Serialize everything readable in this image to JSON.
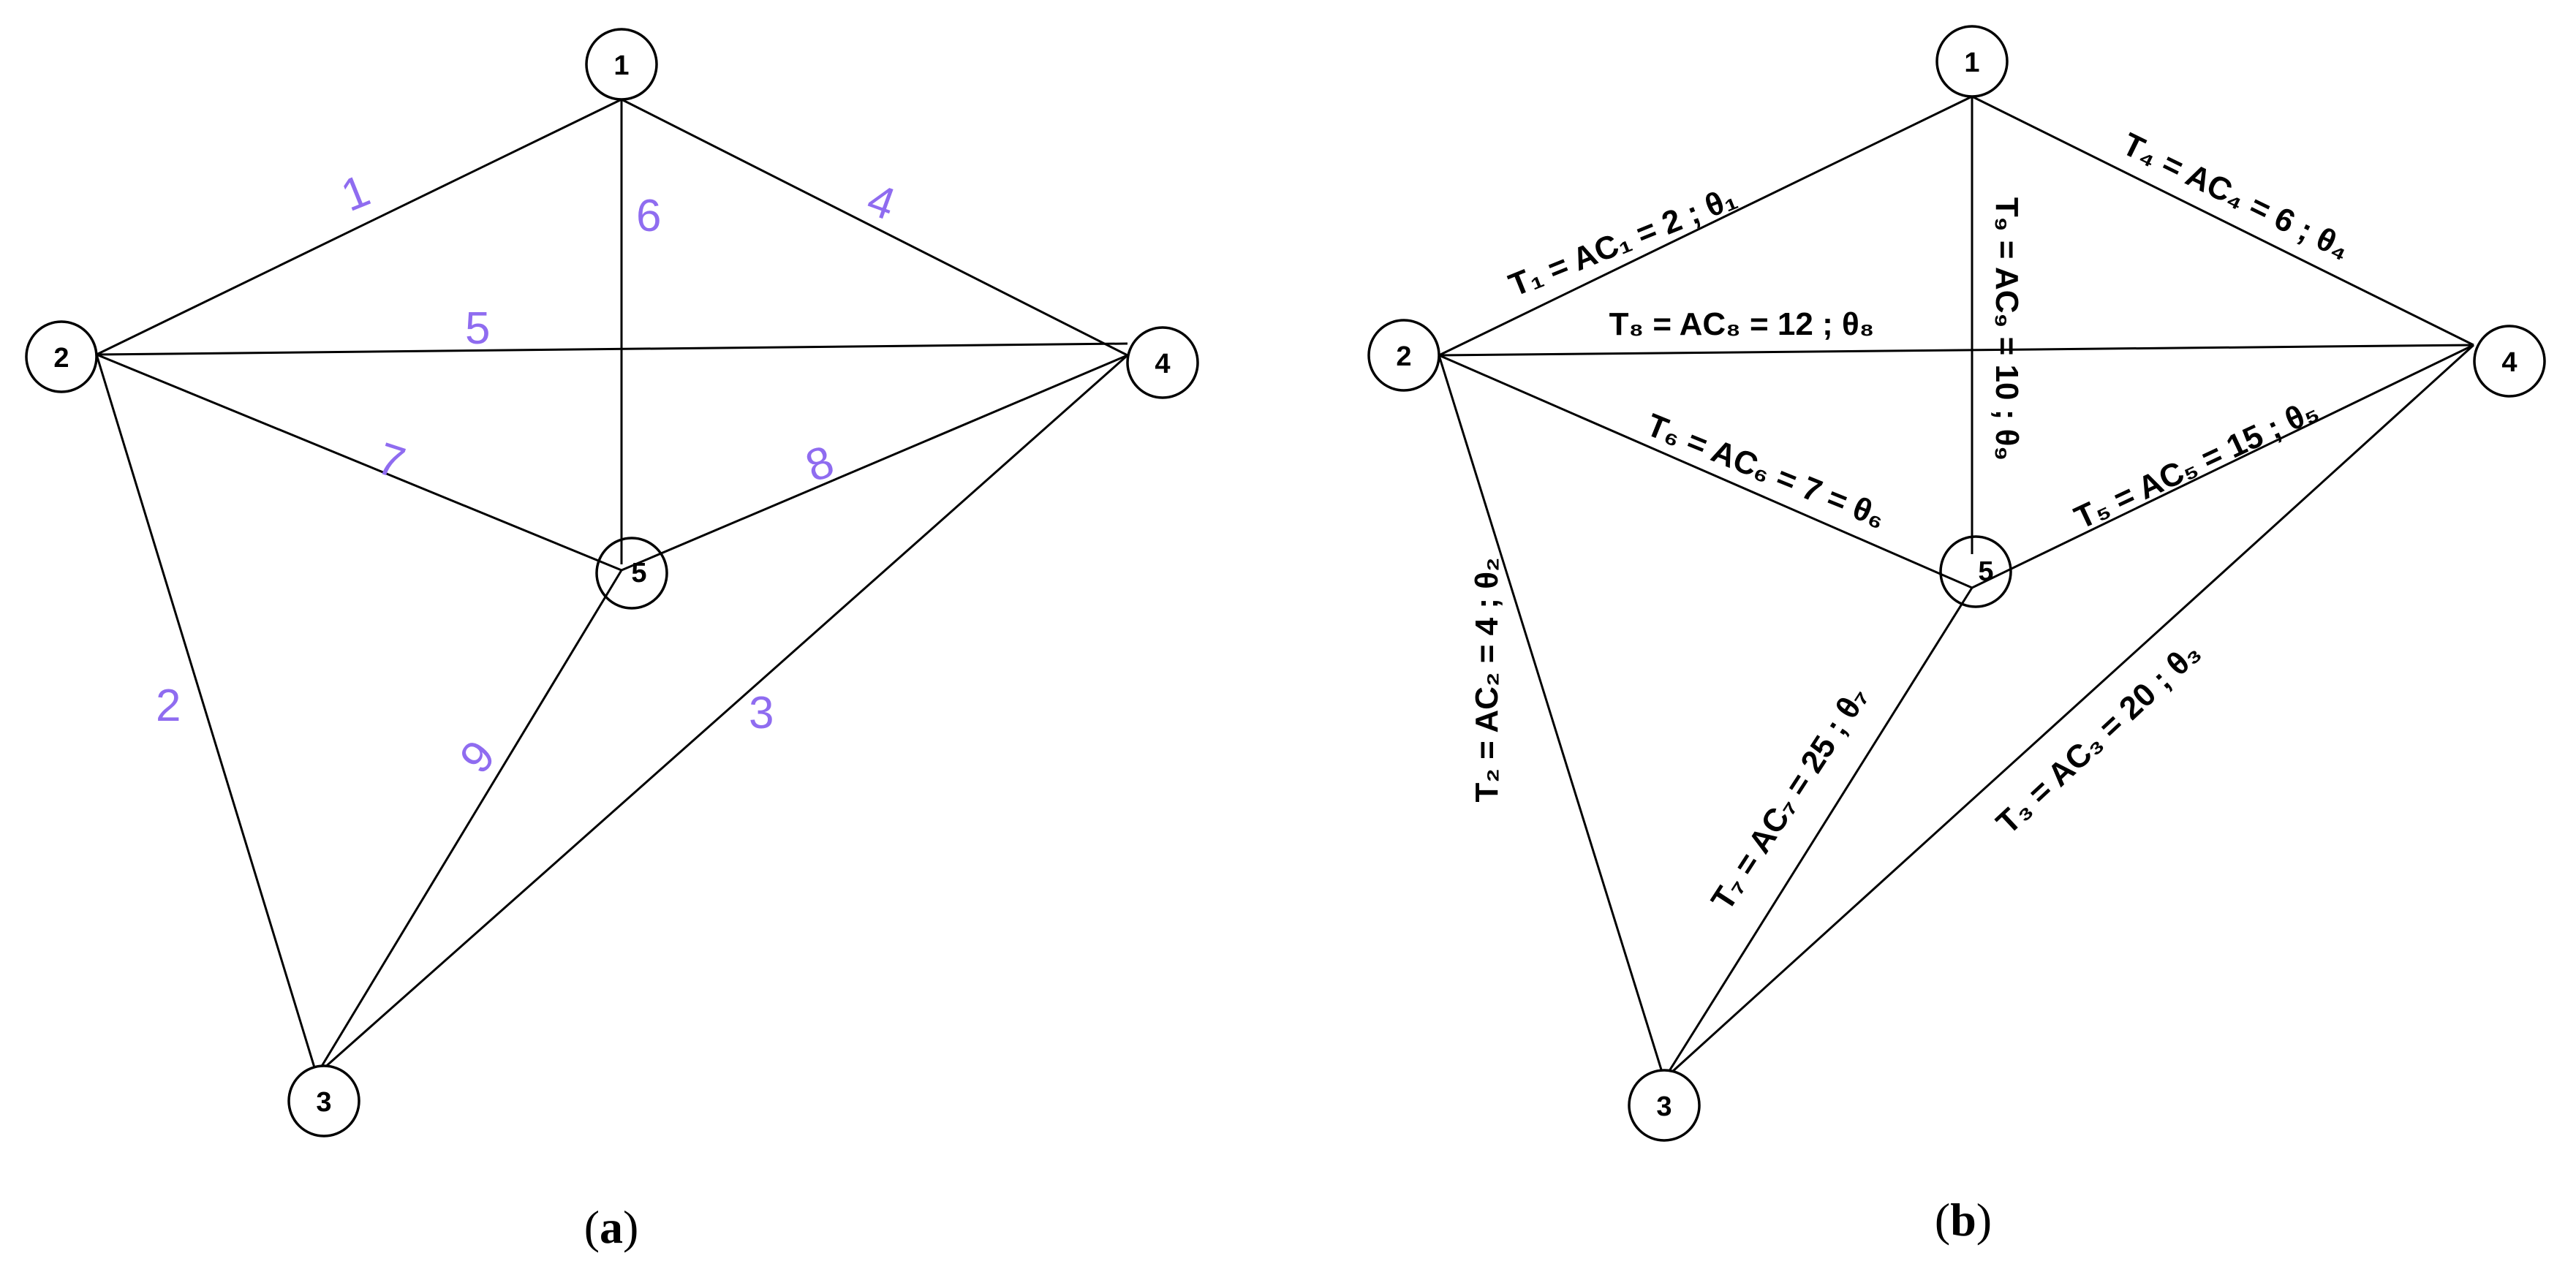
{
  "accent_color": "#8f6cf0",
  "panel_a": {
    "caption_open": "(",
    "caption_letter": "a",
    "caption_close": ")",
    "nodes": [
      "1",
      "2",
      "3",
      "4",
      "5"
    ],
    "edges": [
      {
        "id": "e1",
        "from": "1",
        "to": "2",
        "label": "1"
      },
      {
        "id": "e2",
        "from": "2",
        "to": "3",
        "label": "2"
      },
      {
        "id": "e3",
        "from": "3",
        "to": "4",
        "label": "3"
      },
      {
        "id": "e4",
        "from": "1",
        "to": "4",
        "label": "4"
      },
      {
        "id": "e5",
        "from": "2",
        "to": "4",
        "label": "5"
      },
      {
        "id": "e6",
        "from": "1",
        "to": "5",
        "label": "6"
      },
      {
        "id": "e7",
        "from": "2",
        "to": "5",
        "label": "7"
      },
      {
        "id": "e8",
        "from": "5",
        "to": "4",
        "label": "8"
      },
      {
        "id": "e9",
        "from": "3",
        "to": "5",
        "label": "9"
      }
    ]
  },
  "panel_b": {
    "caption_open": "(",
    "caption_letter": "b",
    "caption_close": ")",
    "nodes": [
      "1",
      "2",
      "3",
      "4",
      "5"
    ],
    "edges": [
      {
        "id": "e1",
        "from": "2",
        "to": "1",
        "label": "T₁ = AC₁ = 2 ; θ₁"
      },
      {
        "id": "e2",
        "from": "3",
        "to": "2",
        "label": "T₂ = AC₂ = 4 ; θ₂"
      },
      {
        "id": "e3",
        "from": "3",
        "to": "4",
        "label": "T₃ = AC₃ = 20 ; θ₃"
      },
      {
        "id": "e4",
        "from": "1",
        "to": "4",
        "label": "T₄ = AC₄ = 6 ; θ₄"
      },
      {
        "id": "e5",
        "from": "5",
        "to": "4",
        "label": "T₅ = AC₅ = 15 ; θ₅"
      },
      {
        "id": "e6",
        "from": "2",
        "to": "5",
        "label": "T₆ = AC₆ = 7 = θ₆"
      },
      {
        "id": "e7",
        "from": "3",
        "to": "5",
        "label": "T₇ = AC₇ = 25 ; θ₇"
      },
      {
        "id": "e8",
        "from": "2",
        "to": "4",
        "label": "T₈ = AC₈ = 12 ; θ₈"
      },
      {
        "id": "e9",
        "from": "1",
        "to": "5",
        "label": "T₉ = AC₉ = 10 ; θ₉"
      }
    ]
  }
}
